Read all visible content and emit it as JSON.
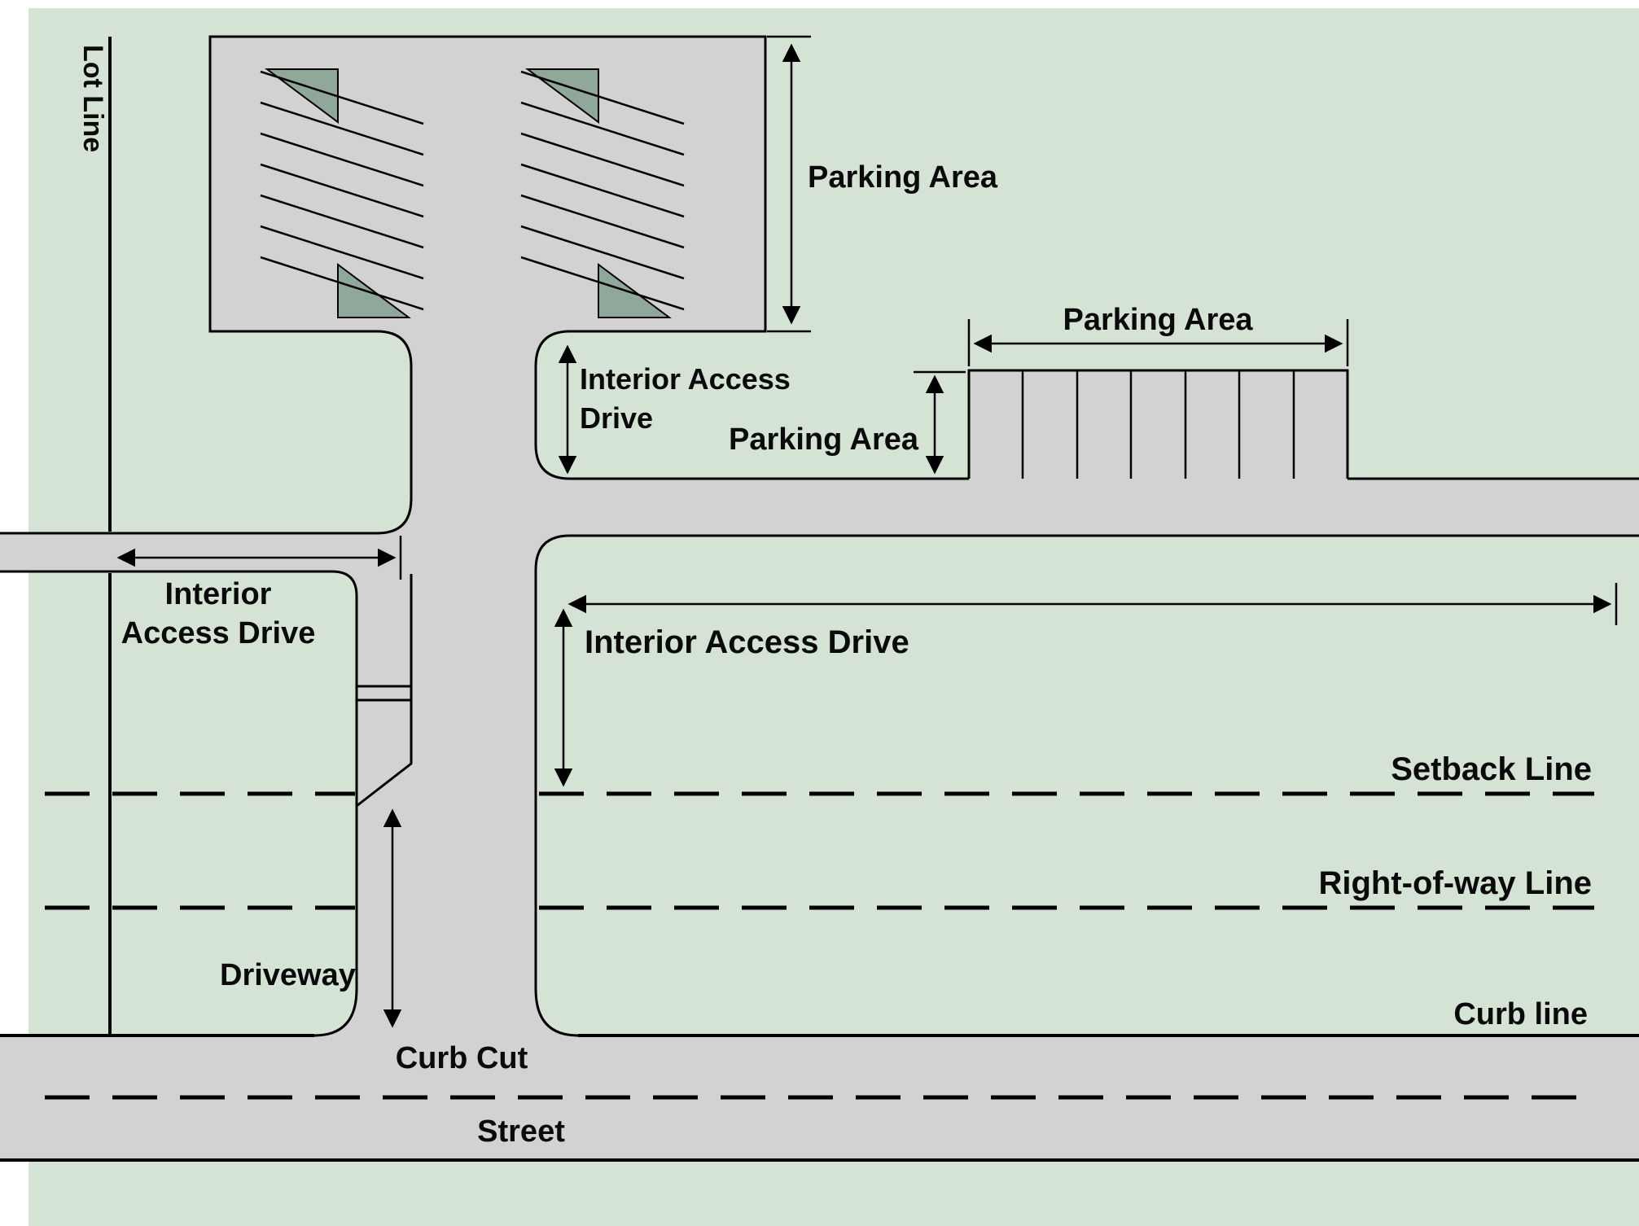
{
  "diagram": {
    "type": "parking-lot-site-plan",
    "labels": {
      "lot_line": "Lot Line",
      "parking_area": "Parking Area",
      "interior_access": "Interior Access",
      "drive": "Drive",
      "interior": "Interior",
      "access_drive": "Access Drive",
      "interior_access_drive": "Interior Access Drive",
      "setback_line": "Setback Line",
      "right_of_way_line": "Right-of-way Line",
      "curb_line": "Curb line",
      "driveway": "Driveway",
      "curb_cut": "Curb Cut",
      "street": "Street"
    },
    "colors": {
      "background_green": "#d5e3d4",
      "pavement_gray": "#d2d2d2",
      "island_green": "#8fa89a",
      "line_black": "#000000",
      "page_white": "#ffffff"
    }
  }
}
